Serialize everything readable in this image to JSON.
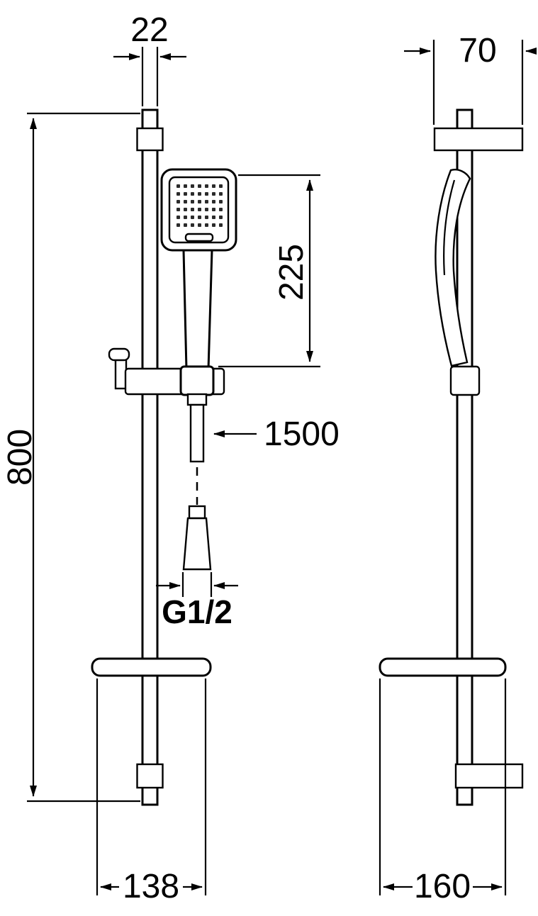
{
  "drawing": {
    "type": "technical-dimension-drawing",
    "subject": "shower-rail-set-front-and-side-view",
    "colors": {
      "line": "#000000",
      "background": "#ffffff"
    },
    "dimensions": {
      "rail_width": "22",
      "bracket_depth": "70",
      "handset_length": "225",
      "hose_length": "1500",
      "thread": "G1/2",
      "rail_height": "800",
      "shelf_width": "138",
      "shelf_depth": "160"
    }
  }
}
